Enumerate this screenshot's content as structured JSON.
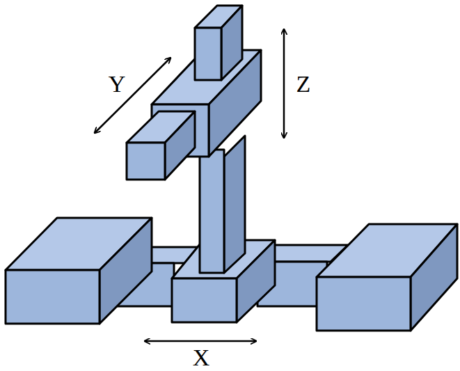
{
  "diagram": {
    "labels": [
      "Y",
      "Z",
      "X"
    ]
  }
}
